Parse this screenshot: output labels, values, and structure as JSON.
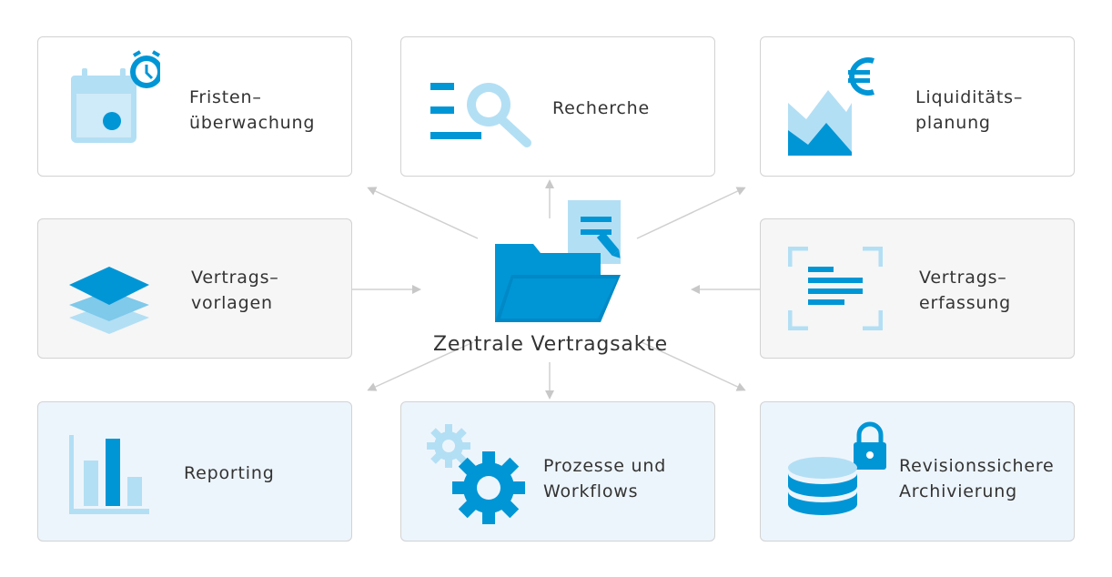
{
  "center": {
    "title": "Zentrale Vertragsakte",
    "icon": "folder-document-icon"
  },
  "cards": {
    "fristen": {
      "line1": "Fristen–",
      "line2": "überwachung",
      "icon": "calendar-alarm-icon"
    },
    "recherche": {
      "line1": "Recherche",
      "icon": "search-list-icon"
    },
    "liquiditaet": {
      "line1": "Liquiditäts–",
      "line2": "planung",
      "icon": "euro-chart-icon"
    },
    "vorlagen": {
      "line1": "Vertrags–",
      "line2": "vorlagen",
      "icon": "layers-icon"
    },
    "erfassung": {
      "line1": "Vertrags–",
      "line2": "erfassung",
      "icon": "document-scan-icon"
    },
    "reporting": {
      "line1": "Reporting",
      "icon": "bar-chart-icon"
    },
    "prozesse": {
      "line1": "Prozesse und",
      "line2": "Workflows",
      "icon": "gears-icon"
    },
    "archiv": {
      "line1": "Revisionssichere",
      "line2": "Archivierung",
      "icon": "database-lock-icon"
    }
  },
  "colors": {
    "primary": "#0096d6",
    "light": "#b3dff4",
    "arrow": "#c8c8c8"
  }
}
